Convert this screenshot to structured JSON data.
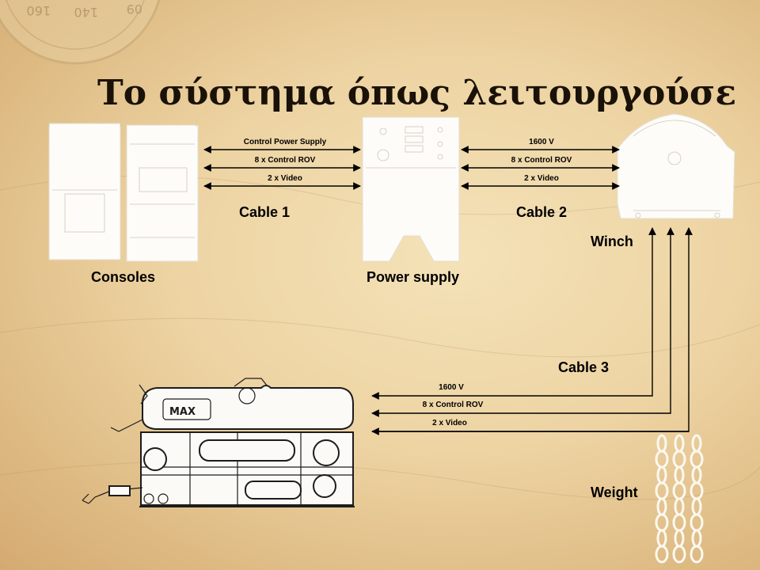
{
  "title": "Το σύστημα όπως λειτουργούσε",
  "components": {
    "consoles": "Consoles",
    "power_supply": "Power supply",
    "winch": "Winch",
    "weight": "Weight"
  },
  "cables": [
    {
      "name": "Cable 1",
      "signals": [
        "Control Power Supply",
        "8 x Control ROV",
        "2 x Video"
      ]
    },
    {
      "name": "Cable 2",
      "signals": [
        "1600 V",
        "8 x Control ROV",
        "2 x Video"
      ]
    },
    {
      "name": "Cable 3",
      "signals": [
        "1600 V",
        "8 x Control ROV",
        "2 x Video"
      ]
    }
  ],
  "rov_logo": "MAX",
  "compass": {
    "marks": [
      "160",
      "140",
      "09"
    ]
  },
  "colors": {
    "background": "#edd3a2",
    "text": "#000000",
    "device": "#fdfcf9"
  }
}
